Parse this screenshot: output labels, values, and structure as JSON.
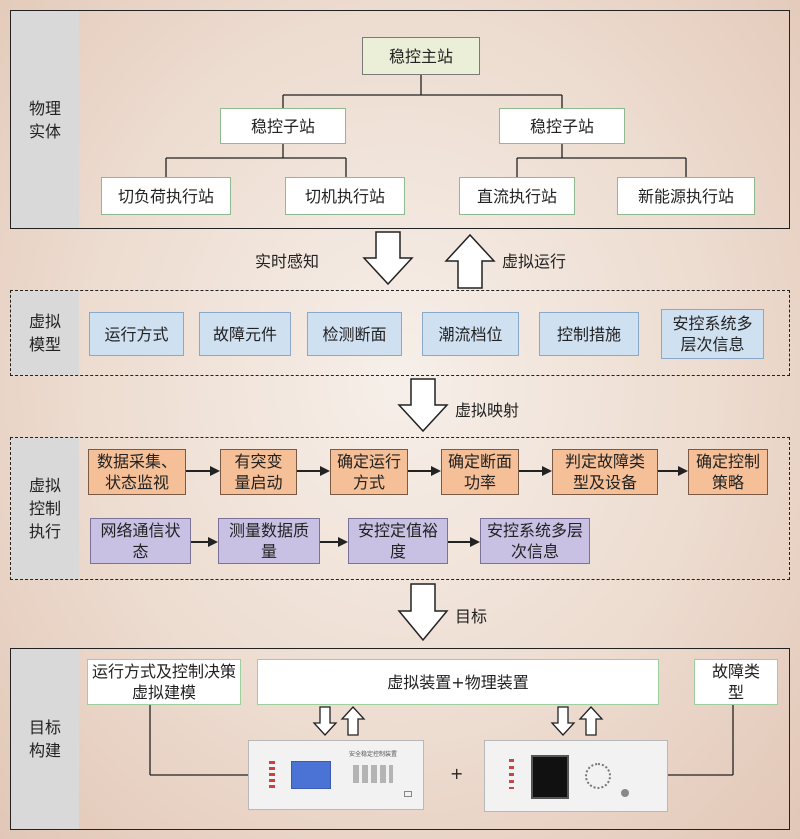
{
  "sections": {
    "physical": "物理实体",
    "virtual_model": "虚拟模型",
    "virtual_control": "虚拟控制执行",
    "target_build": "目标构建"
  },
  "physical": {
    "master": "稳控主站",
    "sub_left": "稳控子站",
    "sub_right": "稳控子站",
    "exec": [
      "切负荷执行站",
      "切机执行站",
      "直流执行站",
      "新能源执行站"
    ]
  },
  "arrows": {
    "sense": "实时感知",
    "run": "虚拟运行",
    "mapping": "虚拟映射",
    "goal": "目标"
  },
  "model_items": [
    "运行方式",
    "故障元件",
    "检测断面",
    "潮流档位",
    "控制措施",
    "安控系统多层次信息"
  ],
  "control_row1": [
    "数据采集、状态监视",
    "有突变量启动",
    "确定运行方式",
    "确定断面功率",
    "判定故障类型及设备",
    "确定控制策略"
  ],
  "control_row2": [
    "网络通信状态",
    "测量数据质量",
    "安控定值裕度",
    "安控系统多层次信息"
  ],
  "target": {
    "left_box": "运行方式及控制决策虚拟建模",
    "center_box": "虚拟装置+物理装置",
    "right_box": "故障类型",
    "plus": "+",
    "device_left_title": "安全稳定控制装置"
  }
}
